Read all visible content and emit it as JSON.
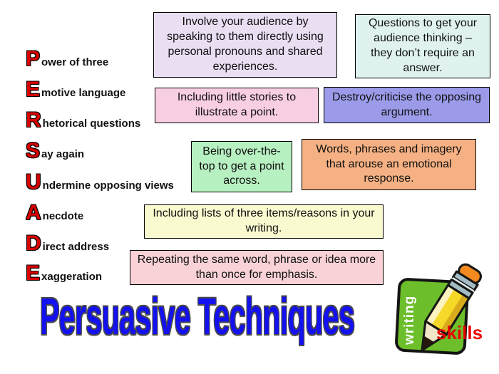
{
  "slide": {
    "background": "#ffffff"
  },
  "acronym": {
    "letter_color": "#d90000",
    "items": [
      {
        "letter": "P",
        "label": "ower of three"
      },
      {
        "letter": "E",
        "label": "motive language"
      },
      {
        "letter": "R",
        "label": "hetorical questions"
      },
      {
        "letter": "S",
        "label": "ay again"
      },
      {
        "letter": "U",
        "label": "ndermine opposing views"
      },
      {
        "letter": "A",
        "label": "necdote"
      },
      {
        "letter": "D",
        "label": "irect address"
      },
      {
        "letter": "E",
        "label": "xaggeration"
      }
    ]
  },
  "boxes": [
    {
      "name": "direct-address",
      "bg": "#e9def2",
      "text": "Involve your audience by speaking to them directly using personal pronouns and shared experiences."
    },
    {
      "name": "rhetorical-questions",
      "bg": "#dff2f0",
      "text": "Questions to get your audience thinking – they don’t require an answer."
    },
    {
      "name": "anecdote",
      "bg": "#f8cee2",
      "text": "Including little stories to illustrate a point."
    },
    {
      "name": "undermine-opposing-views",
      "bg": "#9b9bea",
      "text": "Destroy/criticise the opposing  argument."
    },
    {
      "name": "exaggeration",
      "bg": "#b7f0c1",
      "text": "Being over-the-top to get a point across."
    },
    {
      "name": "emotive-language",
      "bg": "#f5b183",
      "text": "Words, phrases and imagery that arouse an emotional response."
    },
    {
      "name": "power-of-three",
      "bg": "#fafad0",
      "text": "Including lists of three items/reasons in your writing."
    },
    {
      "name": "say-again",
      "bg": "#f8d2d6",
      "text": "Repeating the same word, phrase or idea more than once for emphasis."
    }
  ],
  "title": {
    "text": "Persuasive Techniques",
    "color": "#1411f0"
  },
  "logo": {
    "vertical_word": "writing",
    "red_word": "skills",
    "square_color": "#6cbe2b",
    "red_word_color": "#e90000",
    "pencil_body_color": "#f6d829",
    "eraser_color": "#f28a1f"
  }
}
